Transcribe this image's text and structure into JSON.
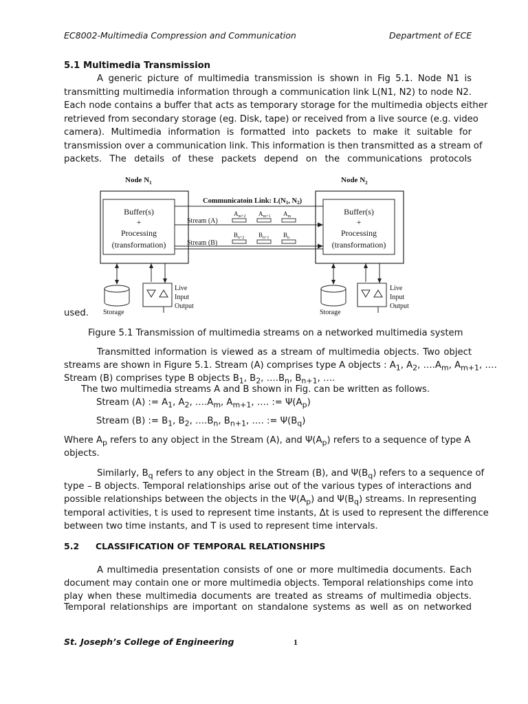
{
  "header": {
    "course": "EC8002-Multimedia Compression and Communication",
    "department": "Department of ECE"
  },
  "section_5_1": {
    "heading": "5.1 Multimedia Transmission",
    "para1_lines": [
      "A generic picture of multimedia transmission is shown in Fig 5.1.   Node N1 is",
      "transmitting multimedia information through a communication link L(N1, N2) to node N2.",
      "Each node contains a buffer that acts as temporary storage for the multimedia objects either",
      "retrieved from secondary storage (eg. Disk, tape) or received from a live source (e.g. video",
      "camera).   Multimedia information is formatted into packets to make it suitable for",
      "transmission over a communication link.  This information is then transmitted as a stream of",
      "packets.   The details of these packets depend on the communications protocols"
    ],
    "used": "used."
  },
  "figure": {
    "node1": "Node N",
    "node1_sub": "1",
    "node2": "Node N",
    "node2_sub": "2",
    "link_label": "Communicatoin Link: L(N",
    "link_sub1": "1",
    "link_mid": ", N",
    "link_sub2": "2",
    "link_end": ")",
    "box_line1": "Buffer(s)",
    "box_line2": "+",
    "box_line3": "Processing",
    "box_line4": "(transformation)",
    "stream_a": "Stream (A)",
    "stream_b": "Stream (B)",
    "packets_a": [
      {
        "base": "A",
        "sub": "m+2"
      },
      {
        "base": "A",
        "sub": "m+1"
      },
      {
        "base": "A",
        "sub": "m"
      }
    ],
    "packets_b": [
      {
        "base": "B",
        "sub": "n+2"
      },
      {
        "base": "B",
        "sub": "n+1"
      },
      {
        "base": "B",
        "sub": "n"
      }
    ],
    "storage": "Storage",
    "live": "Live",
    "input": "Input",
    "output": "Output",
    "caption": "Figure 5.1  Transmission of multimedia streams on a networked multimedia system"
  },
  "para2": {
    "l1": "Transmitted information is viewed as a stream of multimedia objects. Two object",
    "l2": "streams are shown in Figure 5.1.  Stream (A) comprises type A objects : A",
    "l3": "Stream (B) comprises type B objects B",
    "l4": "The two multimedia streams A and B shown in Fig. can be written as follows.",
    "stream_a_expr": "Stream (A) := A",
    "stream_b_expr": "Stream (B) := B"
  },
  "para3": {
    "l1": "Where A",
    "l2": "objects."
  },
  "para4": {
    "l1": "Similarly, B",
    "l2": "type – B objects.  Temporal relationships arise out of the various types of interactions and",
    "l3": "possible relationships between the objects in the Ψ(A",
    "l4": "temporal activities, t is used to represent time instants, Δt is used to represent the difference",
    "l5": "between two time instants, and T is used to represent time intervals."
  },
  "section_5_2": {
    "number": "5.2",
    "heading": "CLASSIFICATION OF TEMPORAL RELATIONSHIPS",
    "lines": [
      "A multimedia presentation consists of one or more multimedia documents.   Each",
      "document may contain one or more multimedia objects.  Temporal relationships come into",
      "play when these multimedia documents are treated as streams of multimedia objects.",
      "Temporal relationships are important on standalone systems as well as on networked"
    ]
  },
  "footer": {
    "college": "St. Joseph’s College of Engineering",
    "page_number": "1"
  }
}
